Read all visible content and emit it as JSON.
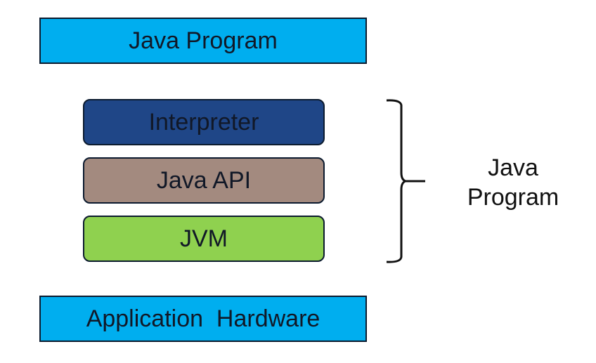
{
  "top": {
    "label": "Java Program",
    "color": "#00aeef"
  },
  "layers": [
    {
      "label": "Interpreter",
      "color": "#1f4687"
    },
    {
      "label": "Java API",
      "color": "#a38a7f"
    },
    {
      "label": "JVM",
      "color": "#8fd14f"
    }
  ],
  "bracket_label": {
    "line1": "Java",
    "line2": "Program"
  },
  "bottom": {
    "label": "Application  Hardware",
    "color": "#00aeef"
  }
}
